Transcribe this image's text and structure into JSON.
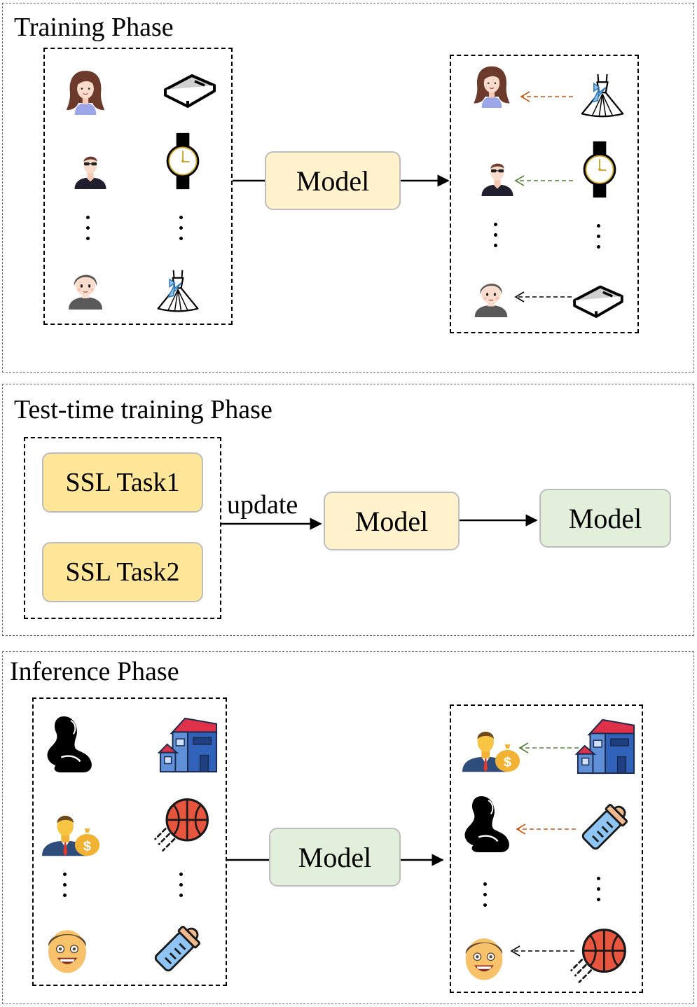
{
  "training": {
    "title": "Training Phase",
    "model_label": "Model"
  },
  "ttt": {
    "title": "Test-time training Phase",
    "tasks": [
      "SSL Task1",
      "SSL Task2"
    ],
    "update_label": "update",
    "model_before": "Model",
    "model_after": "Model"
  },
  "inference": {
    "title": "Inference Phase",
    "model_label": "Model"
  },
  "colors": {
    "model_yellow": "#fff2cc",
    "model_green": "#e2efda",
    "ssl_fill": "#ffe699",
    "arrow_orange": "#c55a11",
    "arrow_green": "#548235",
    "arrow_black": "#000000"
  },
  "icons": {
    "users_training": [
      "woman-avatar-icon",
      "man-sunglasses-avatar-icon",
      "boy-avatar-icon"
    ],
    "items_training": [
      "book-icon",
      "wristwatch-icon",
      "dress-icon"
    ],
    "users_inference": [
      "pregnant-woman-icon",
      "businessman-icon",
      "smiling-man-icon"
    ],
    "items_inference": [
      "house-icon",
      "basketball-icon",
      "baby-bottle-icon"
    ]
  }
}
